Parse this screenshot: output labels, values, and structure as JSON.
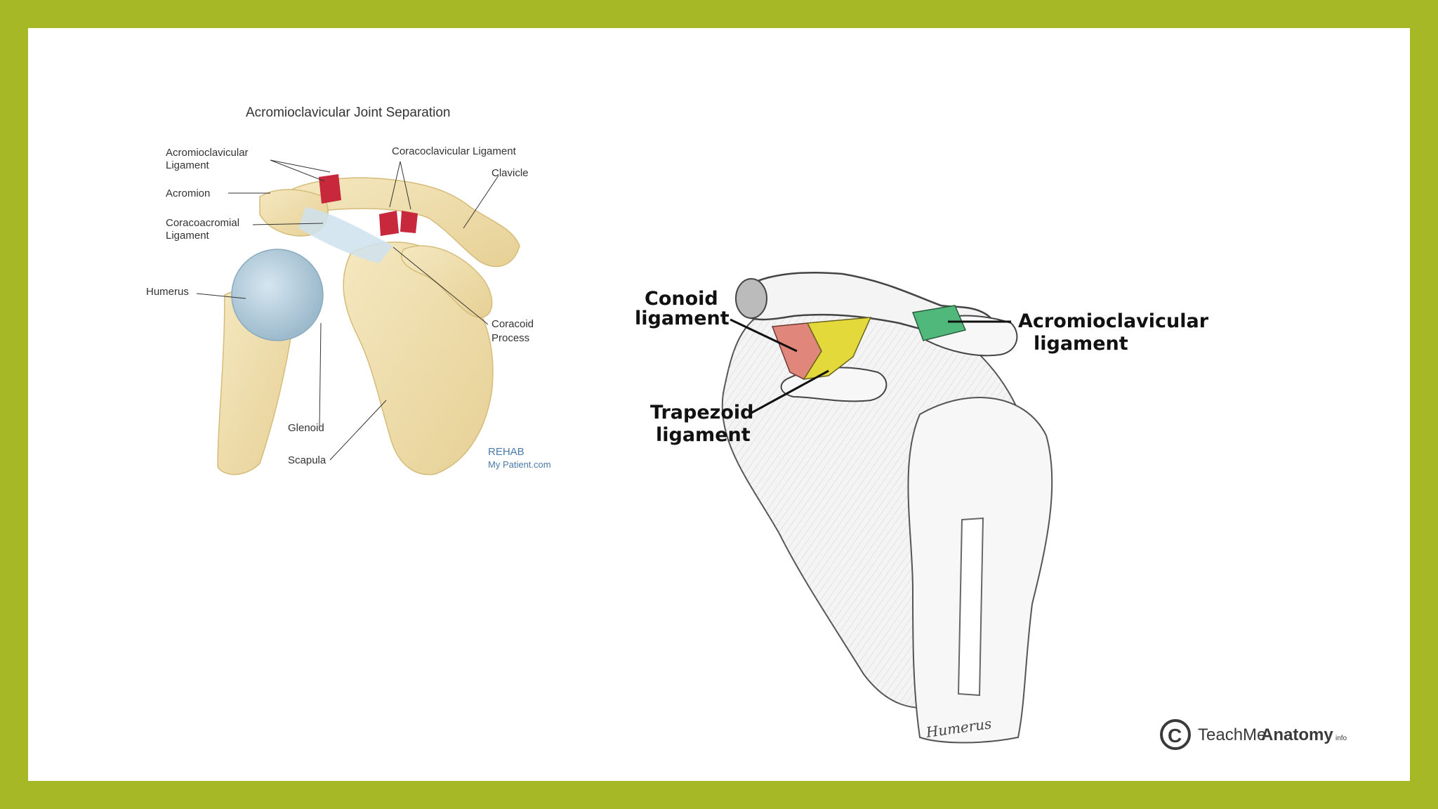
{
  "left_figure": {
    "title": "Acromioclavicular Joint Separation",
    "labels": {
      "acromioclavicular_ligament": [
        "Acromioclavicular",
        "Ligament"
      ],
      "acromion": "Acromion",
      "coracoacromial_ligament": [
        "Coracoacromial",
        "Ligament"
      ],
      "coracoclavicular_ligament": "Coracoclavicular Ligament",
      "clavicle": "Clavicle",
      "humerus": "Humerus",
      "coracoid_process": [
        "Coracoid",
        "Process"
      ],
      "glenoid": "Glenoid",
      "scapula": "Scapula"
    },
    "watermark": [
      "REHAB",
      "My Patient.com"
    ]
  },
  "right_figure": {
    "labels": {
      "conoid_ligament": [
        "Conoid",
        "ligament"
      ],
      "trapezoid_ligament": [
        "Trapezoid",
        "ligament"
      ],
      "acromioclavicular_ligament": [
        "Acromioclavicular",
        "ligament"
      ],
      "humerus_engraving": "Humerus"
    },
    "watermark": {
      "symbol": "C",
      "brand_light": "TeachMe",
      "brand_bold": "Anatomy",
      "suffix": "info"
    }
  },
  "colors": {
    "frame": "#a6b826",
    "bone": "#f0e0b0",
    "humeral_head": "#b8d0de",
    "ligament_red": "#c8283c",
    "conoid": "#e0867a",
    "trapezoid": "#e3d93a",
    "acromioclavicular": "#4fb87a"
  }
}
